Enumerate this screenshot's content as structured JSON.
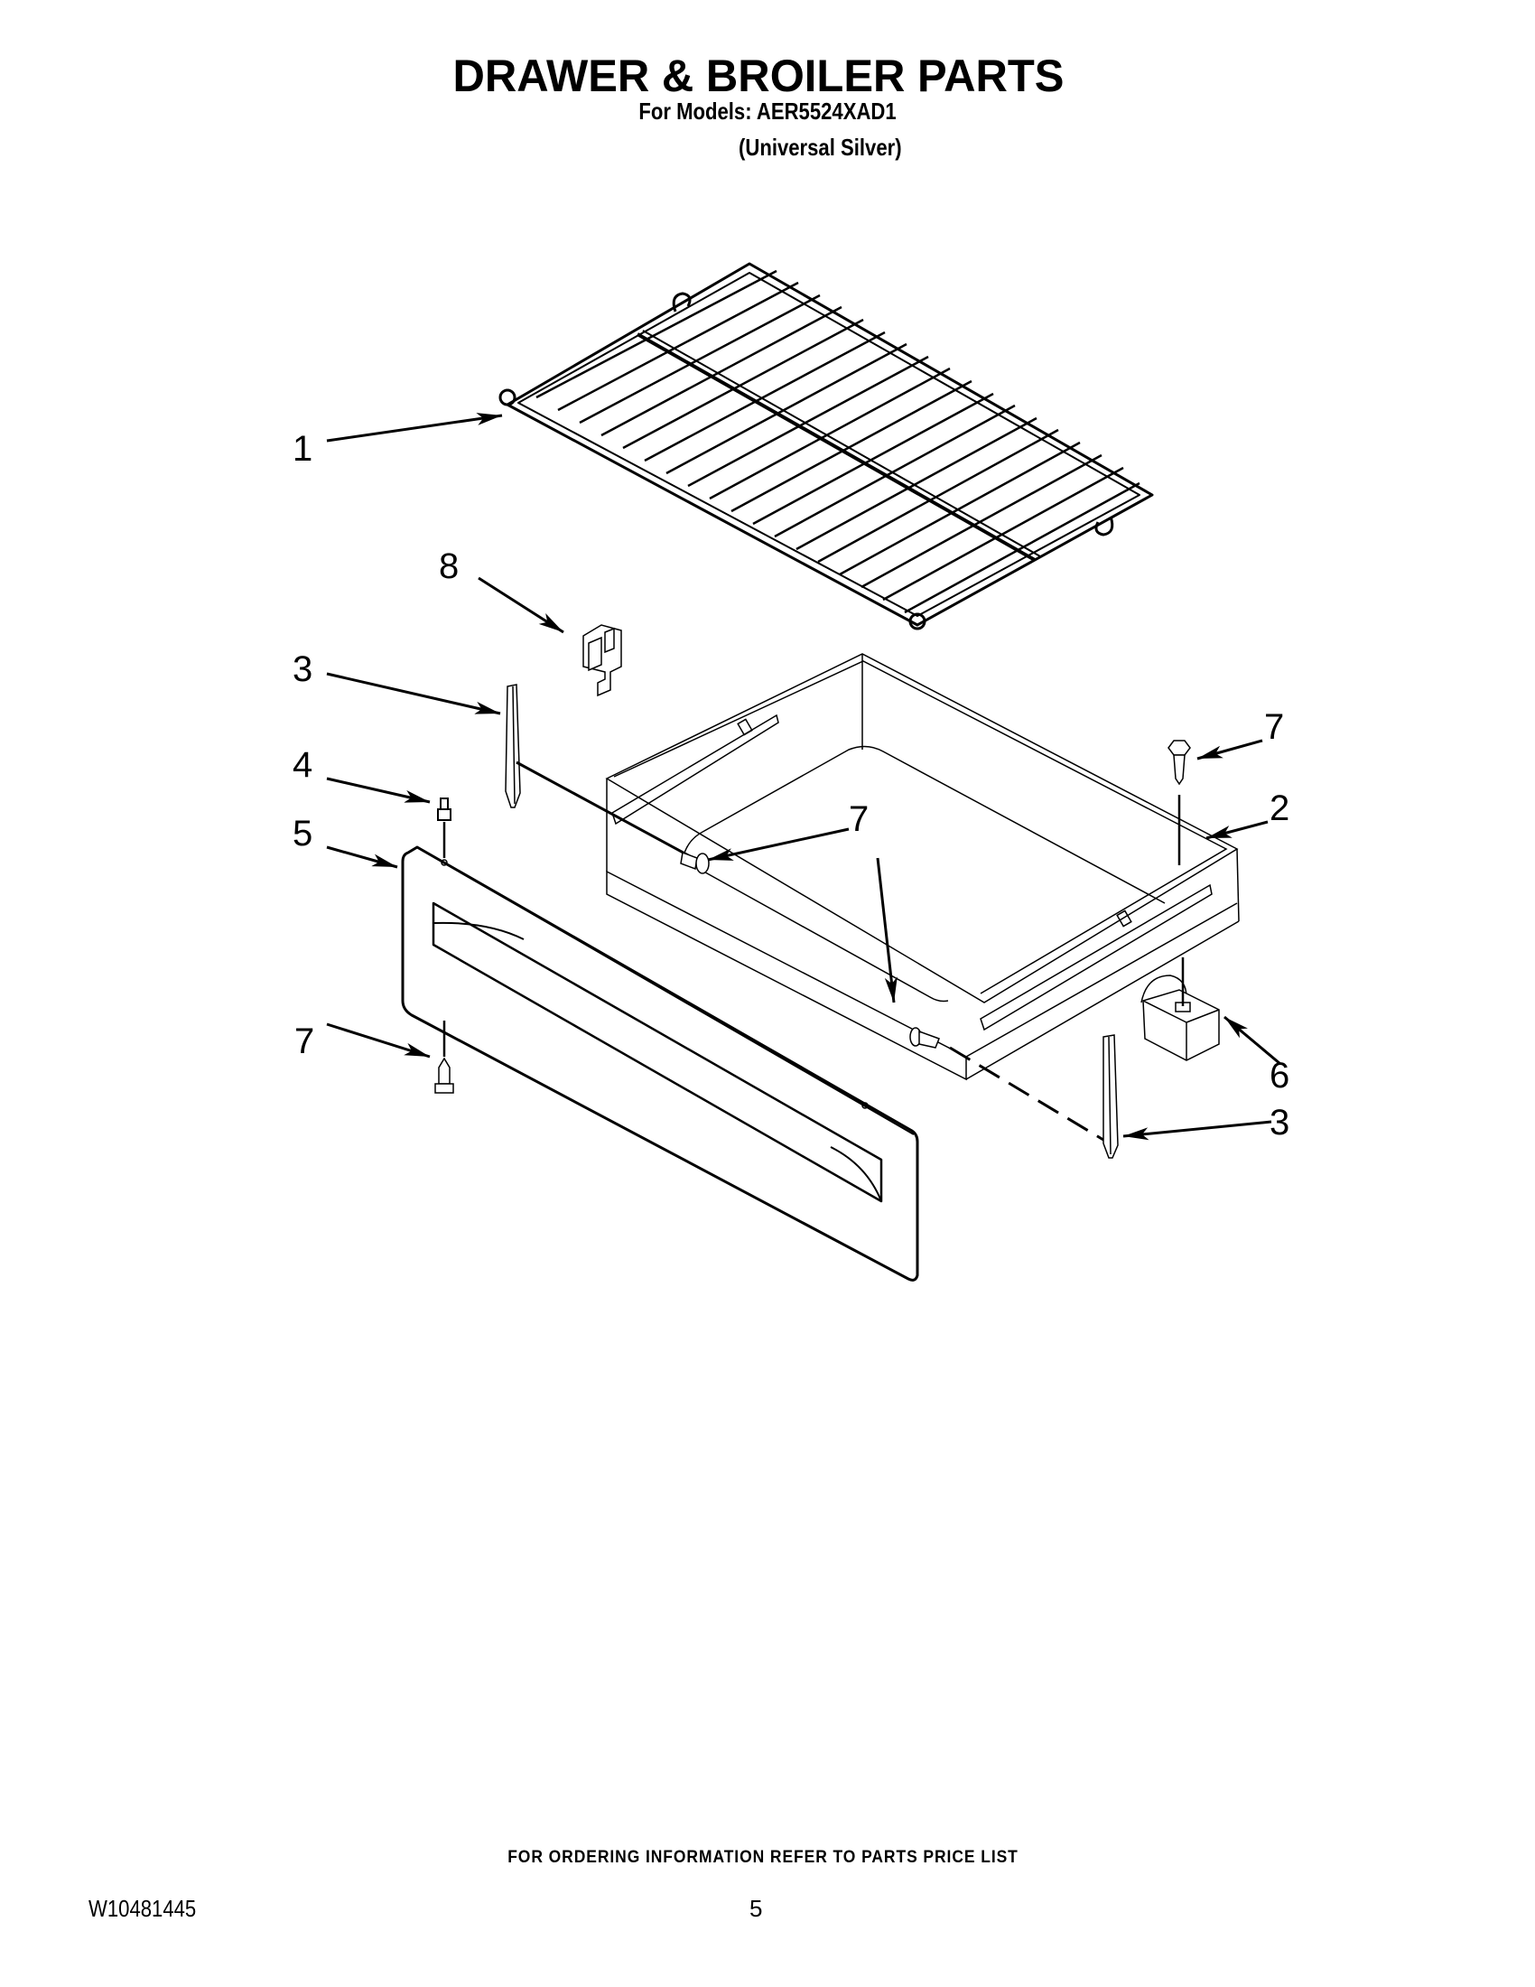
{
  "header": {
    "title": "DRAWER & BROILER PARTS",
    "models_line": "For Models: AER5524XAD1",
    "color_line": "(Universal Silver)"
  },
  "diagram": {
    "callouts": [
      {
        "id": "c1",
        "label": "1",
        "part": "oven-rack"
      },
      {
        "id": "c8",
        "label": "8",
        "part": "bracket"
      },
      {
        "id": "c3a",
        "label": "3",
        "part": "drawer-slide-left"
      },
      {
        "id": "c4",
        "label": "4",
        "part": "stud"
      },
      {
        "id": "c5",
        "label": "5",
        "part": "drawer-front-panel"
      },
      {
        "id": "c7a",
        "label": "7",
        "part": "screw-drawer-side"
      },
      {
        "id": "c7b",
        "label": "7",
        "part": "screw-top-right"
      },
      {
        "id": "c2",
        "label": "2",
        "part": "drawer-body"
      },
      {
        "id": "c7c",
        "label": "7",
        "part": "screw-front-panel"
      },
      {
        "id": "c6",
        "label": "6",
        "part": "bracket-right"
      },
      {
        "id": "c3b",
        "label": "3",
        "part": "drawer-slide-right"
      }
    ]
  },
  "footer": {
    "ordering_note": "FOR ORDERING INFORMATION REFER TO PARTS PRICE LIST",
    "document_number": "W10481445",
    "page_number": "5"
  }
}
